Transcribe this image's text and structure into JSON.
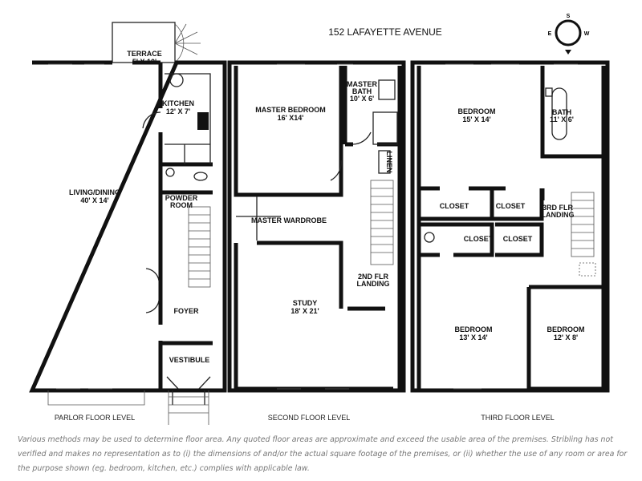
{
  "title": "152 LAFAYETTE AVENUE",
  "compass": {
    "s": "S",
    "e": "E",
    "w": "W"
  },
  "parlor": {
    "level": "PARLOR FLOOR LEVEL",
    "terrace": "TERRACE",
    "terrace_dim": "5' X 10'",
    "kitchen": "KITCHEN",
    "kitchen_dim": "12' X 7'",
    "living": "LIVING/DINING",
    "living_dim": "40' X 14'",
    "powder1": "POWDER",
    "powder2": "ROOM",
    "foyer": "FOYER",
    "vestibule": "VESTIBULE"
  },
  "second": {
    "level": "SECOND FLOOR LEVEL",
    "master_bedroom": "MASTER BEDROOM",
    "master_bedroom_dim": "16' X14'",
    "master_bath1": "MASTER",
    "master_bath2": "BATH",
    "master_bath_dim": "10' X 6'",
    "linen": "LINEN",
    "wardrobe": "MASTER WARDROBE",
    "study": "STUDY",
    "study_dim": "18' X 21'",
    "landing1": "2ND FLR",
    "landing2": "LANDING"
  },
  "third": {
    "level": "THIRD FLOOR LEVEL",
    "bedroom_top": "BEDROOM",
    "bedroom_top_dim": "15' X 14'",
    "bath": "BATH",
    "bath_dim": "11' X 6'",
    "closet": "CLOSET",
    "landing1": "3RD FLR",
    "landing2": "LANDING",
    "bedroom_left": "BEDROOM",
    "bedroom_left_dim": "13' X 14'",
    "bedroom_right": "BEDROOM",
    "bedroom_right_dim": "12' X 8'"
  },
  "disclaimer": "Various methods may be used to determine floor area. Any quoted floor areas are approximate and exceed the usable area of the premises. Stribling has not verified and makes no representation as to (i) the dimensions of and/or the actual square footage of the premises, or (ii) whether the use of any room or area for the purpose shown (eg. bedroom, kitchen, etc.) complies with applicable law."
}
